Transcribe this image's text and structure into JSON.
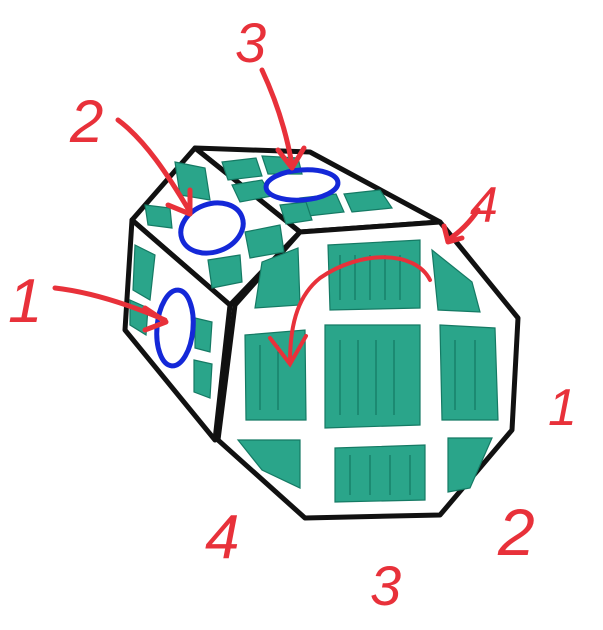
{
  "labels": {
    "top_left": "2",
    "top_right": "3",
    "left": "1",
    "corner": "4",
    "edge_right": "1",
    "edge_bottom_right": "2",
    "edge_bottom": "3",
    "edge_bottom_left": "4"
  },
  "colors": {
    "outline": "#111111",
    "tile": "#2aa58a",
    "marker_circle": "#1428d8",
    "annotation": "#e8313a"
  }
}
